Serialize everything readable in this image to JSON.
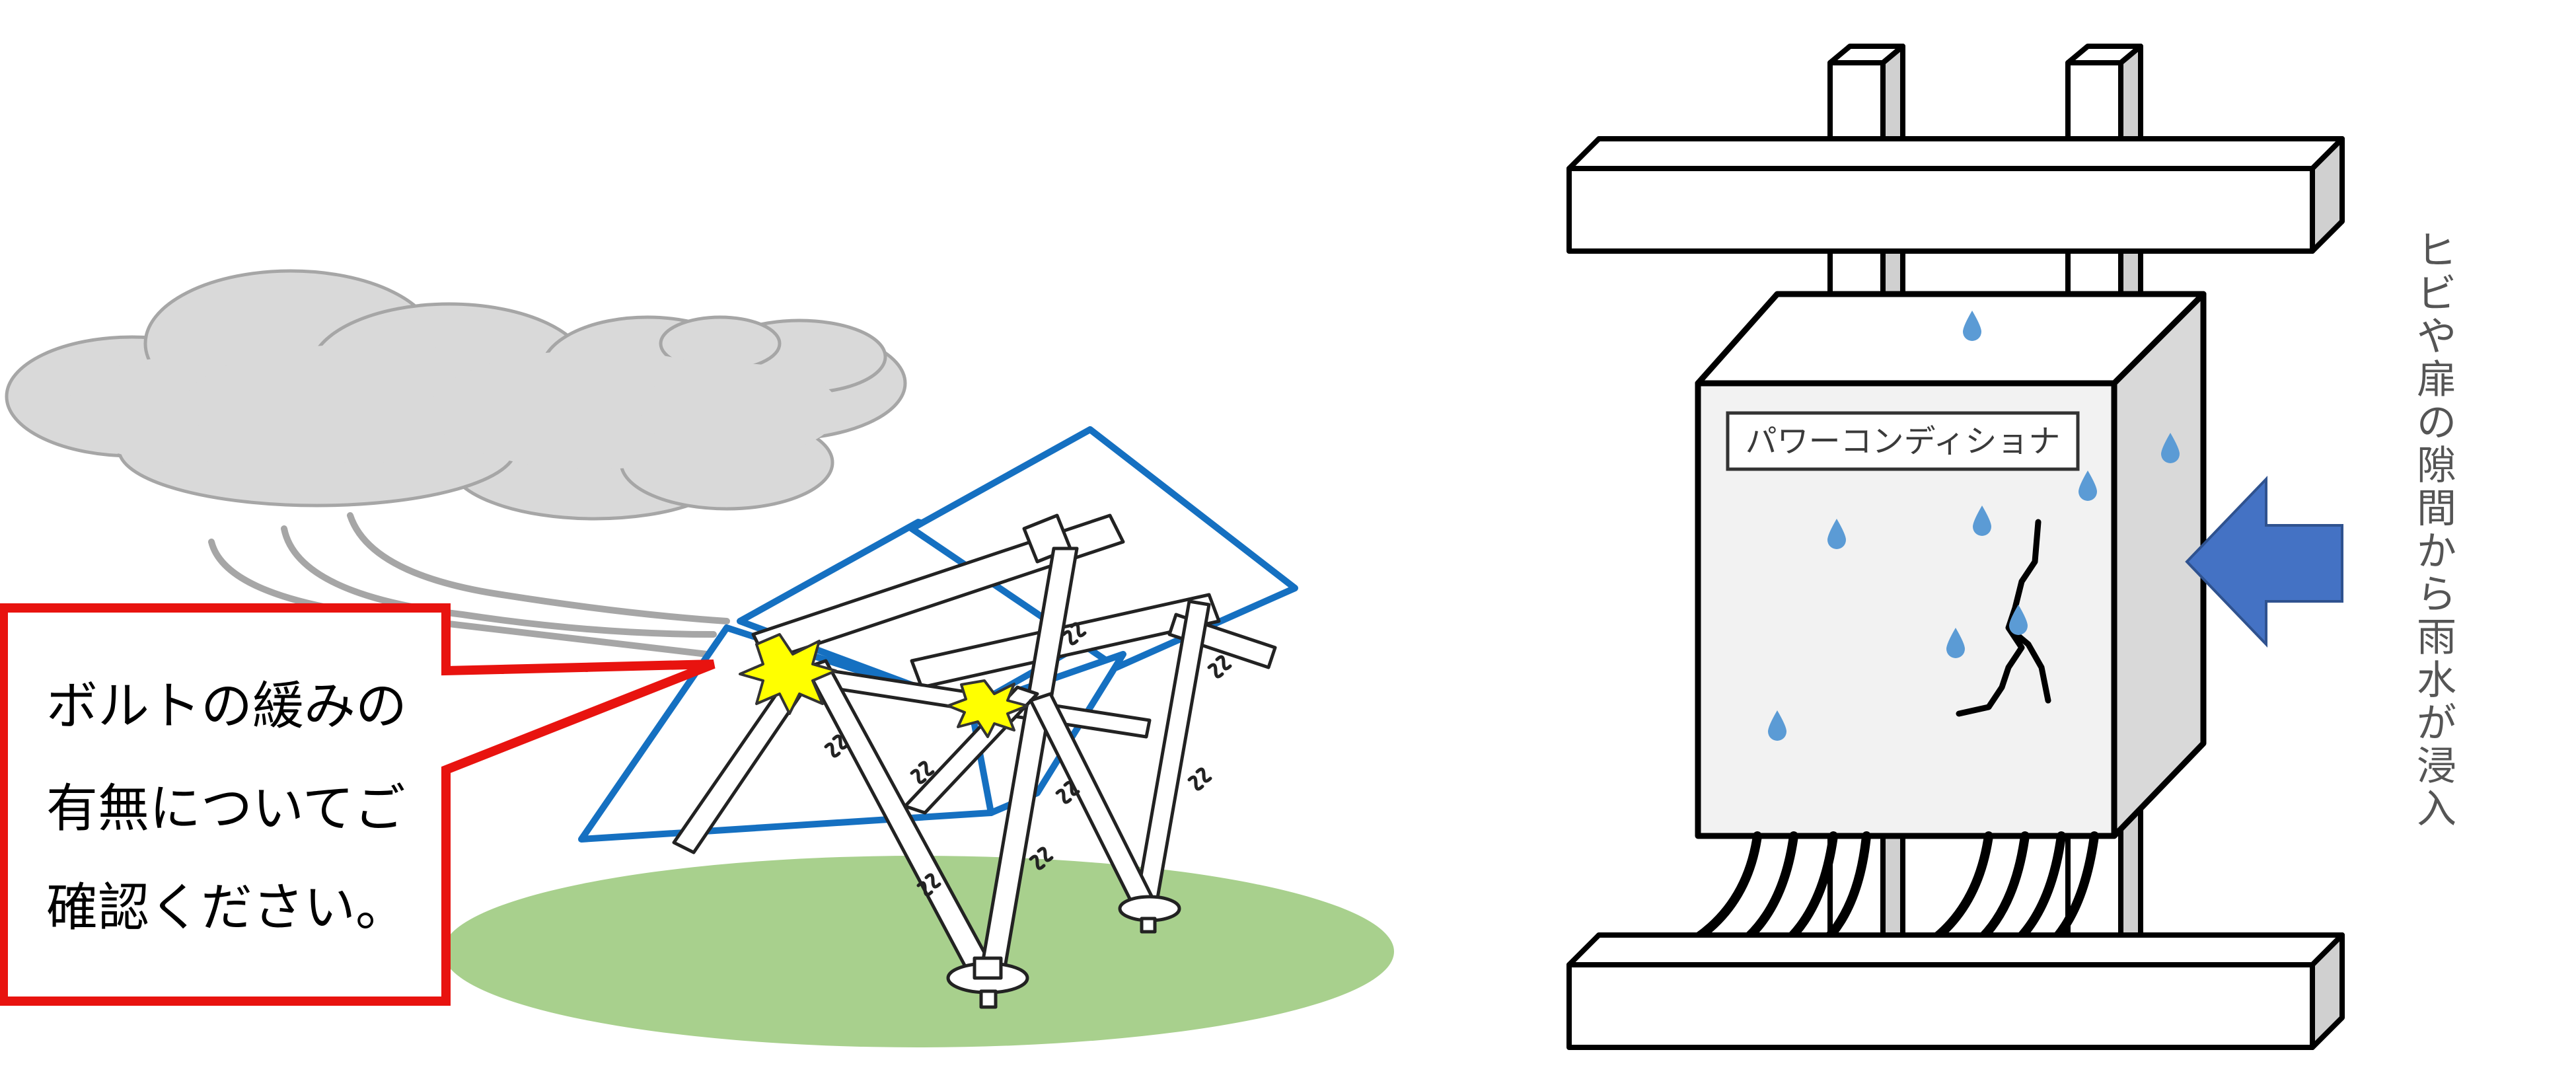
{
  "left_illustration": {
    "callout_lines": [
      "ボルトの緩みの",
      "有無についてご",
      "確認ください。"
    ],
    "colors": {
      "callout_border": "#e8130f",
      "panel_outline": "#1570c1",
      "ground": "#a8d08d",
      "cloud": "#d9d9d9",
      "spark": "#ffff00"
    },
    "icons": [
      "cloud-icon",
      "wind-lines-icon",
      "spark-icon",
      "vibration-icon"
    ]
  },
  "right_illustration": {
    "device_label": "パワーコンディショナ",
    "vertical_caption_chars": [
      "ヒ",
      "ビ",
      "や",
      "扉",
      "の",
      "隙",
      "間",
      "か",
      "ら",
      "雨",
      "水",
      "が",
      "浸",
      "入"
    ],
    "colors": {
      "arrow": "#4472c4",
      "raindrop": "#5b9bd5",
      "side_panel": "#d9d9d9",
      "post": "#d0d0d0"
    },
    "icons": [
      "raindrop-icon",
      "crack-icon",
      "arrow-left-icon"
    ]
  }
}
